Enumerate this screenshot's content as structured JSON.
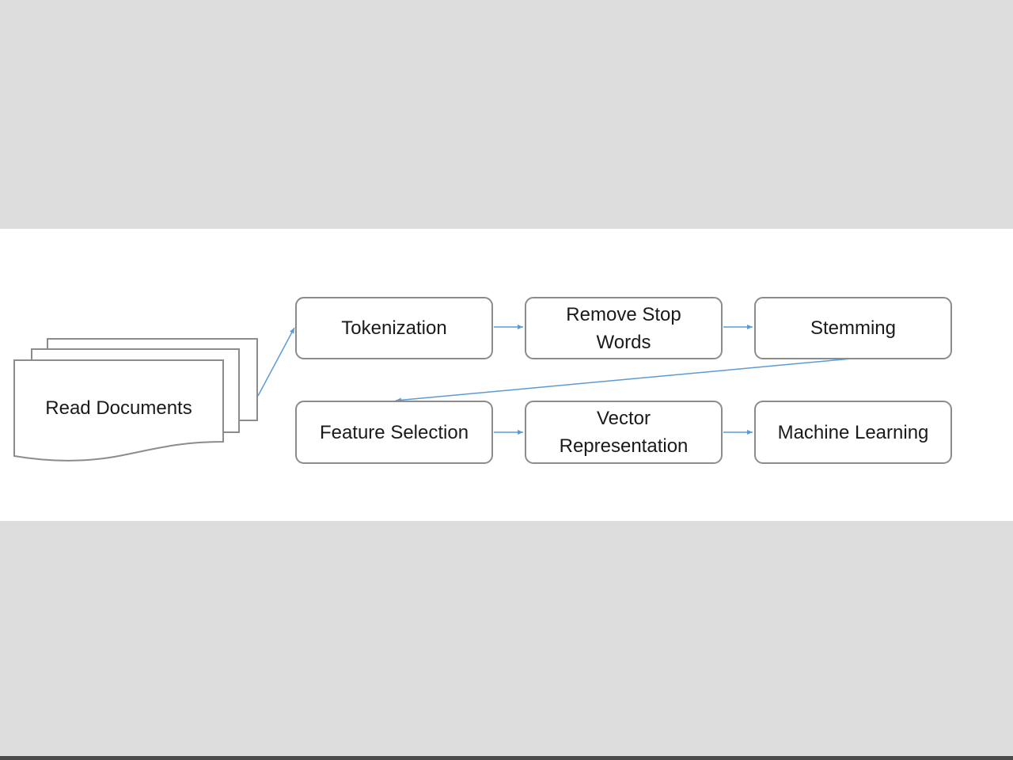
{
  "diagram": {
    "documents_label": "Read Documents",
    "steps": [
      {
        "id": "tokenization",
        "label": "Tokenization"
      },
      {
        "id": "remove-stop-words",
        "label": "Remove Stop Words"
      },
      {
        "id": "stemming",
        "label": "Stemming"
      },
      {
        "id": "feature-selection",
        "label": "Feature Selection"
      },
      {
        "id": "vector-representation",
        "label": "Vector Representation"
      },
      {
        "id": "machine-learning",
        "label": "Machine Learning"
      }
    ],
    "colors": {
      "background": "#dddddd",
      "panel": "#ffffff",
      "box_border": "#8c8c8c",
      "connector": "#5b9bd5",
      "text": "#1a1a1a"
    }
  }
}
